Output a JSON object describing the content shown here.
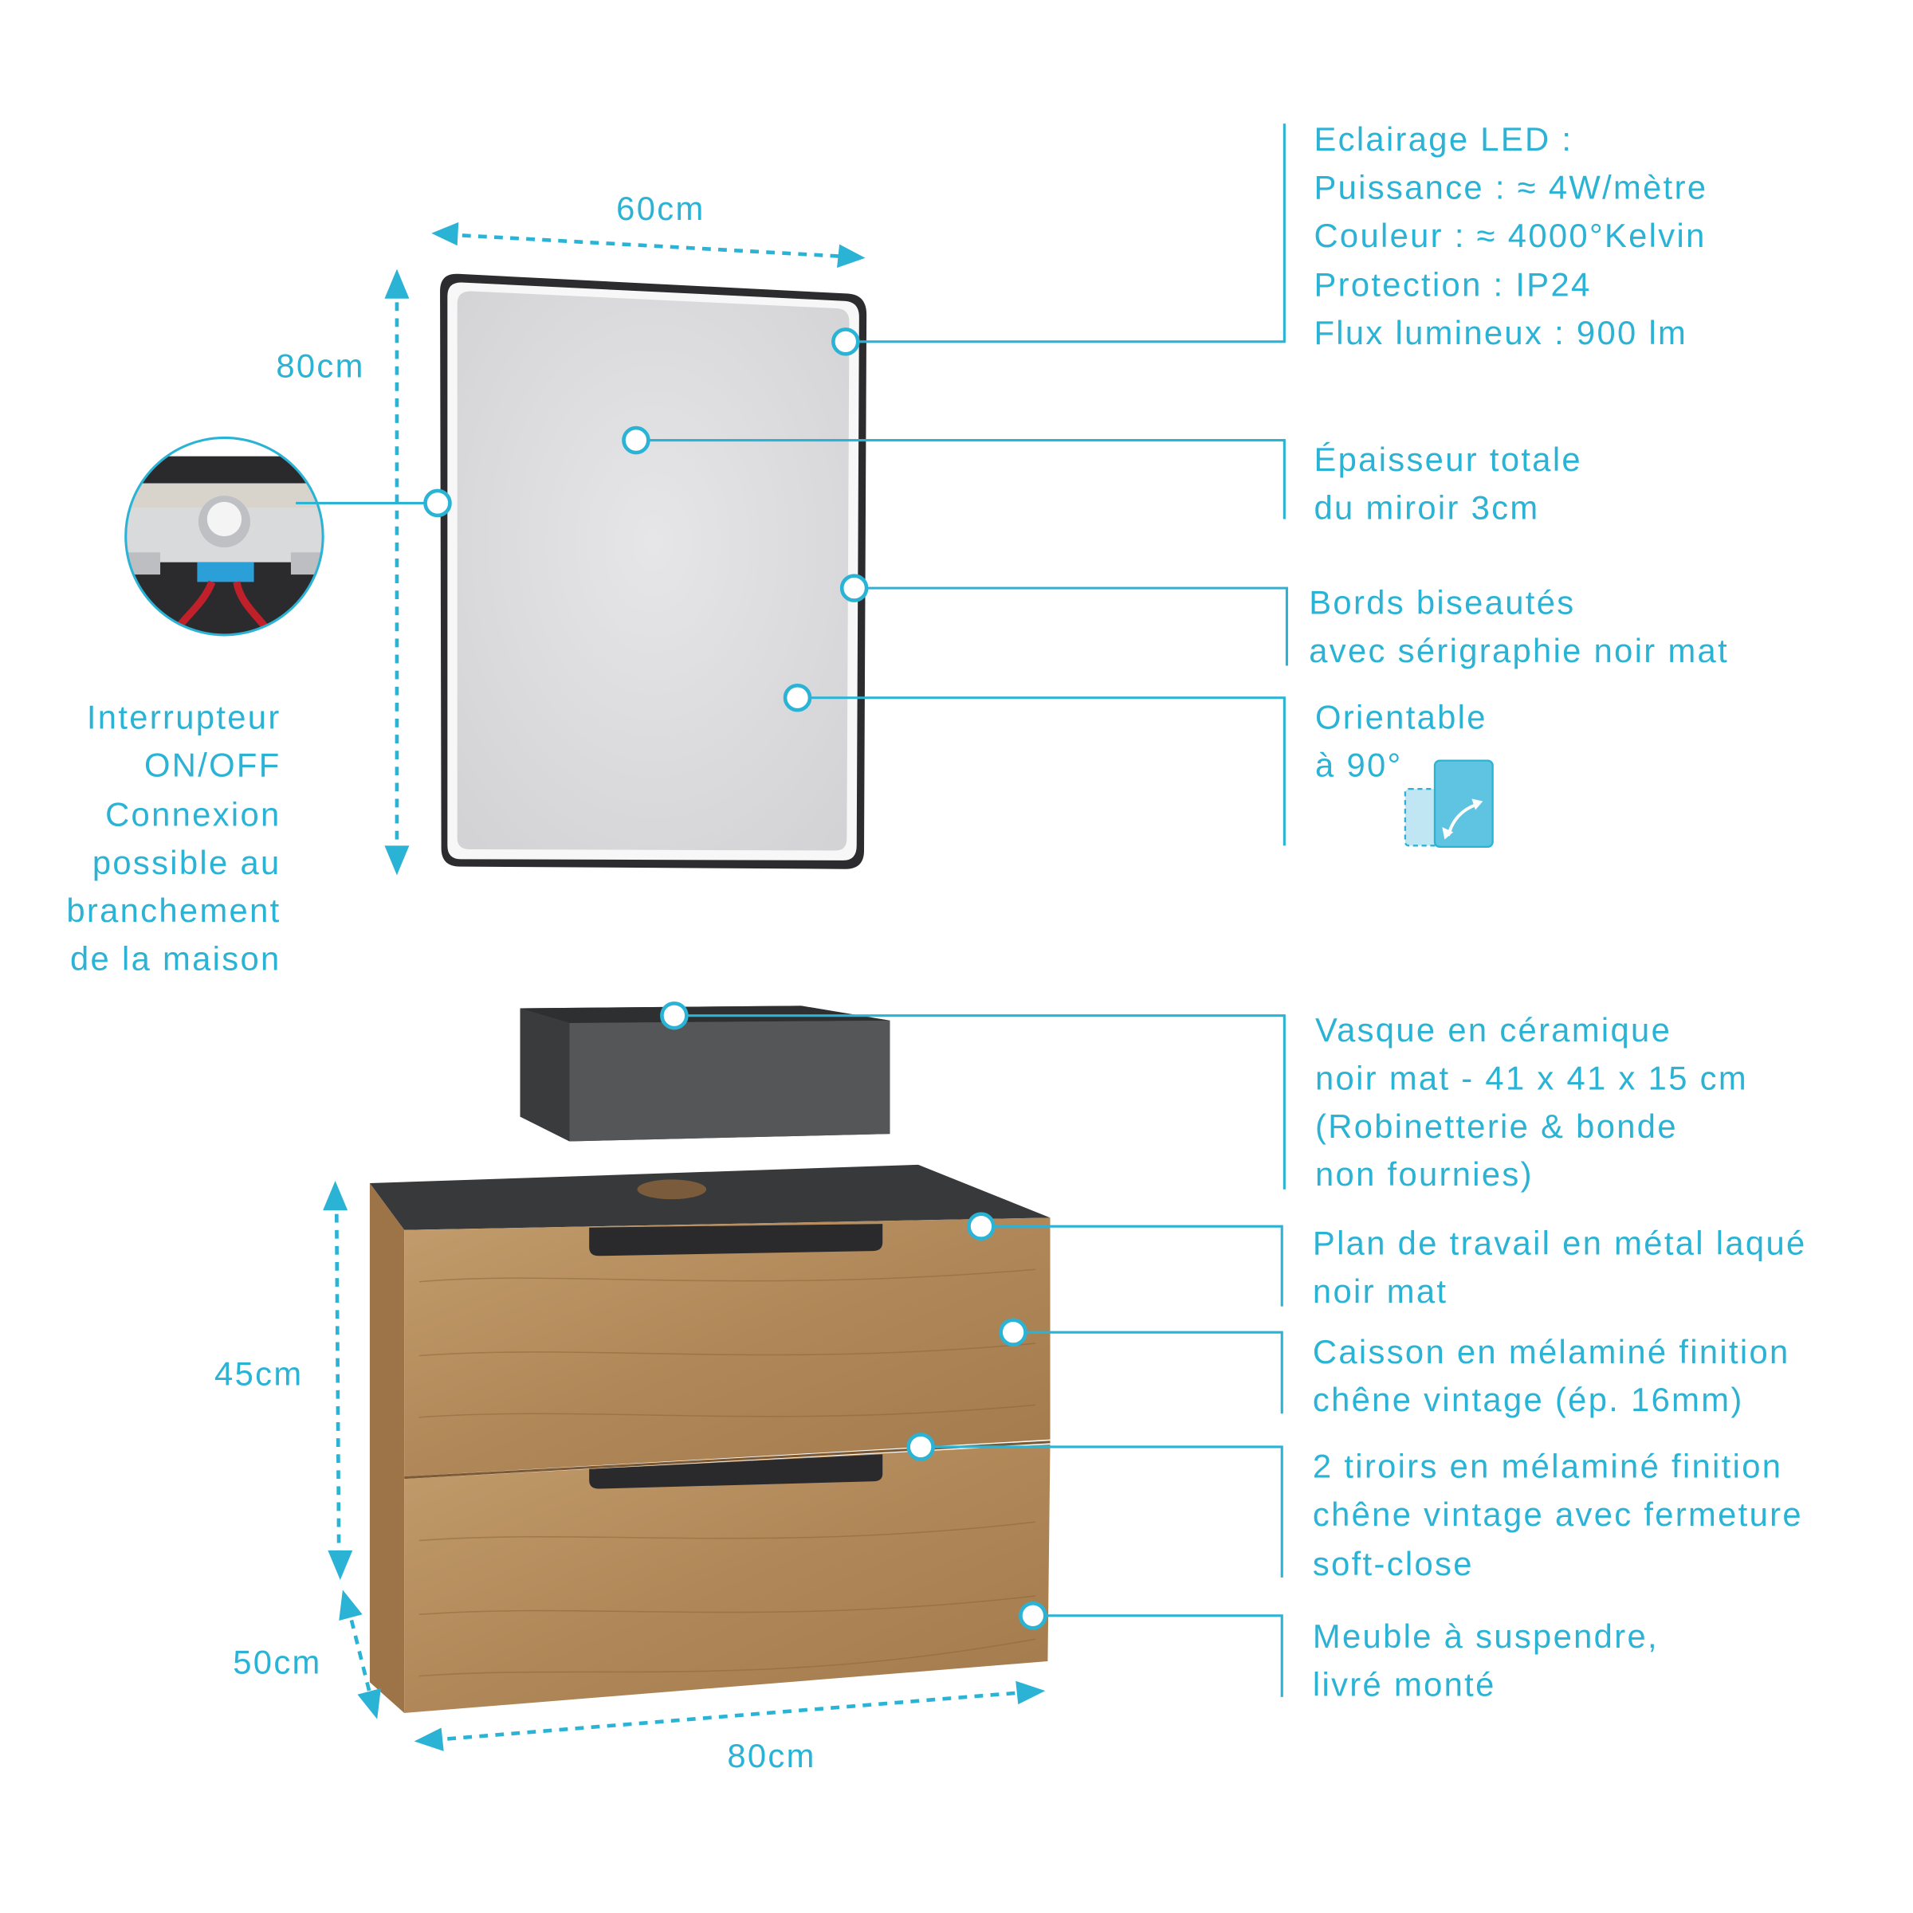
{
  "colors": {
    "accent": "#2bb3d6",
    "wood": "#b8915f",
    "dark": "#3a3b3d"
  },
  "dimensions": {
    "mirror_width": "60cm",
    "mirror_height": "80cm",
    "cabinet_height": "45cm",
    "cabinet_depth": "50cm",
    "cabinet_width": "80cm"
  },
  "switch_note": [
    "Interrupteur",
    "ON/OFF",
    "Connexion",
    "possible au",
    "branchement",
    "de la maison"
  ],
  "callouts": {
    "led": [
      "Eclairage LED :",
      "Puissance : ≈ 4W/mètre",
      "Couleur : ≈ 4000°Kelvin",
      "Protection : IP24",
      "Flux lumineux :  900 lm"
    ],
    "thickness": [
      "Épaisseur totale",
      "du miroir 3cm"
    ],
    "edges": [
      "Bords biseautés",
      "avec sérigraphie noir mat"
    ],
    "orientable": [
      "Orientable",
      "à 90°"
    ],
    "basin": [
      "Vasque en céramique",
      "noir mat - 41 x 41 x 15 cm",
      "(Robinetterie & bonde",
      "non fournies)"
    ],
    "worktop": [
      "Plan de travail en métal laqué",
      "noir mat"
    ],
    "carcass": [
      "Caisson en mélaminé finition",
      "chêne vintage (ép. 16mm)"
    ],
    "drawers": [
      "2 tiroirs en mélaminé finition",
      "chêne vintage avec fermeture",
      "soft-close"
    ],
    "wall_hung": [
      "Meuble à suspendre,",
      "livré monté"
    ]
  }
}
